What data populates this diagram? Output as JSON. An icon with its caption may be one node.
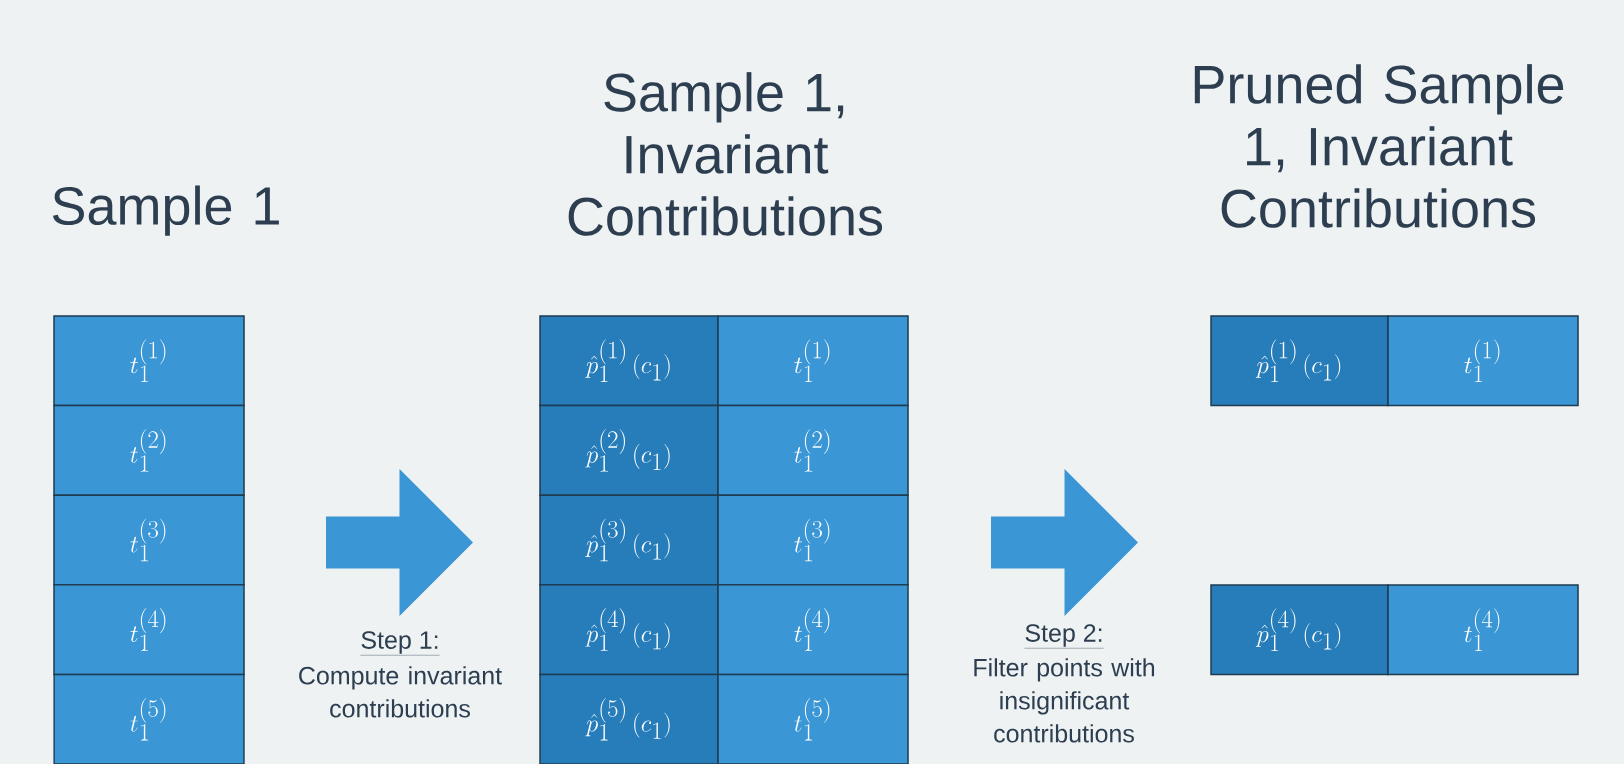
{
  "diagram": {
    "nodes": [
      {
        "text": [
          "t_1^{(1)}"
        ]
      },
      {
        "text": [
          "t_1^{(2)}"
        ]
      },
      {
        "text": [
          "t_1^{(3)}"
        ]
      },
      {
        "text": [
          "t_1^{(4)}"
        ]
      },
      {
        "text": [
          "t_1^{(5)}"
        ]
      },
      {
        "text": [],
        "shape": "arrow",
        "beside": [
          "Step 1:",
          "Compute invariant contributions"
        ]
      },
      {
        "text": [
          "\\hat{p}_1^{(1)}\\left(c_1\\right)"
        ]
      },
      {
        "text": [
          "t_1^{(1)}"
        ]
      },
      {
        "text": [
          "\\hat{p}_1^{(2)}\\left(c_1\\right)"
        ]
      },
      {
        "text": [
          "t_1^{(2)}"
        ]
      },
      {
        "text": [
          "\\hat{p}_1^{(3)}\\left(c_1\\right)"
        ]
      },
      {
        "text": [
          "t_1^{(3)}"
        ]
      },
      {
        "text": [
          "\\hat{p}_1^{(4)}\\left(c_1\\right)"
        ]
      },
      {
        "text": [
          "t_1^{(4)}"
        ]
      },
      {
        "text": [
          "\\hat{p}_1^{(5)}\\left(c_1\\right)"
        ]
      },
      {
        "text": [
          "t_1^{(5)}"
        ]
      },
      {
        "text": [],
        "shape": "arrow",
        "beside": [
          "Step 2:",
          "Filter points with insignificant contributions"
        ]
      },
      {
        "text": [
          "\\hat{p}_1^{(1)}\\left(c_1\\right)"
        ]
      },
      {
        "text": [
          "t_1^{(1)}"
        ]
      },
      {
        "text": [
          "\\hat{p}_1^{(4)}\\left(c_1\\right)"
        ]
      },
      {
        "text": [
          "t_1^{(4)}"
        ]
      }
    ],
    "labels": [
      "Sample 1",
      "Sample 1, Invariant Contributions",
      "Pruned Sample 1, Invariant Contributions"
    ]
  }
}
